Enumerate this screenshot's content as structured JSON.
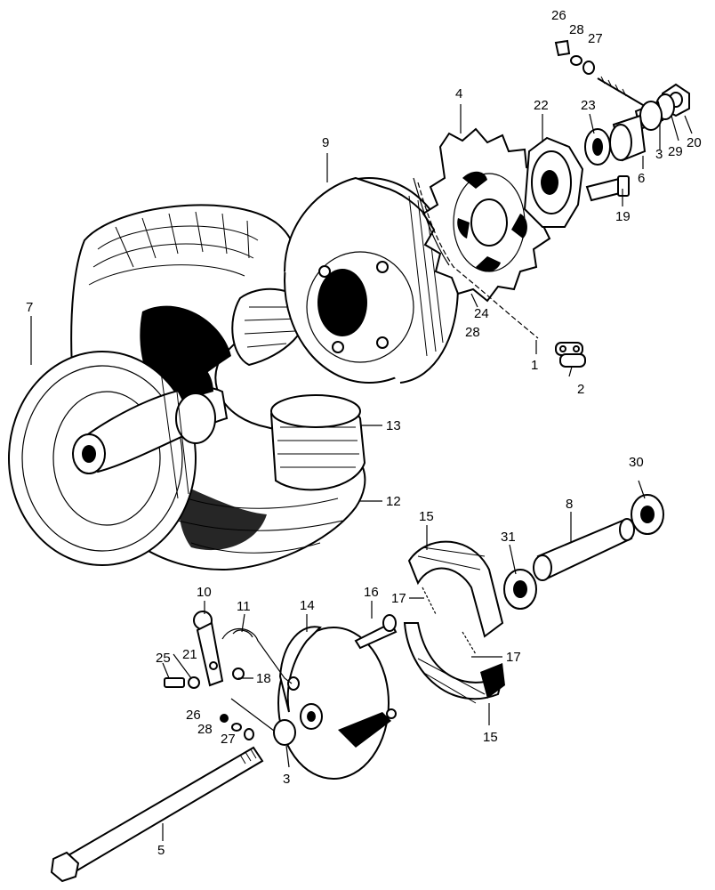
{
  "labels": {
    "p1": "1",
    "p2": "2",
    "p3a": "3",
    "p3b": "3",
    "p4": "4",
    "p5": "5",
    "p6": "6",
    "p7": "7",
    "p8": "8",
    "p9": "9",
    "p10": "10",
    "p11": "11",
    "p12": "12",
    "p13": "13",
    "p14": "14",
    "p15a": "15",
    "p15b": "15",
    "p16": "16",
    "p17a": "17",
    "p17b": "17",
    "p18": "18",
    "p19": "19",
    "p20": "20",
    "p21": "21",
    "p22": "22",
    "p23": "23",
    "p24": "24",
    "p25": "25",
    "p26a": "26",
    "p26b": "26",
    "p27a": "27",
    "p27b": "27",
    "p28a": "28",
    "p28b": "28",
    "p28c": "28",
    "p29": "29",
    "p30": "30",
    "p31": "31"
  }
}
